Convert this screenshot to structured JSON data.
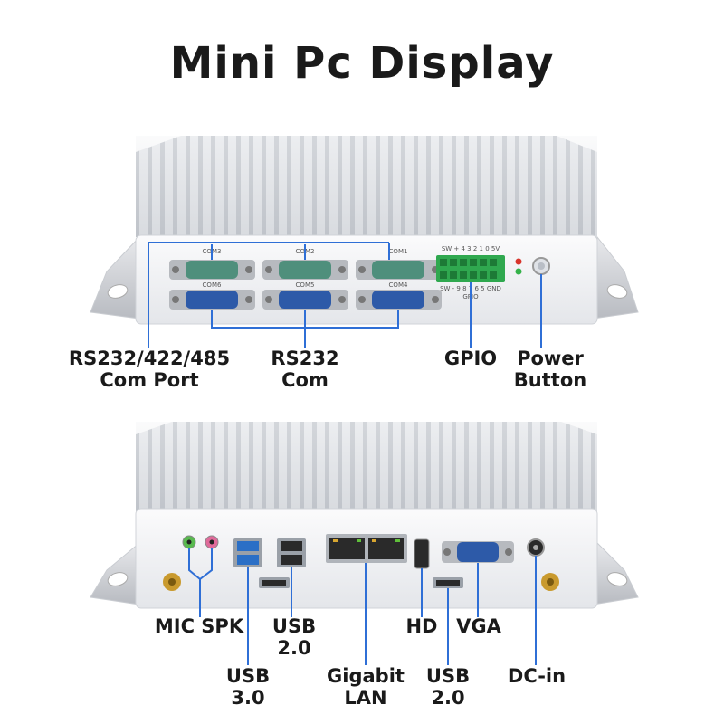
{
  "title": "Mini Pc Display",
  "front_panel": {
    "com_port_labels": [
      "COM3",
      "COM2",
      "COM1",
      "COM6",
      "COM5",
      "COM4"
    ],
    "gpio_pin_top": "SW + 4  3  2  1  0  5V",
    "gpio_pin_bottom": "SW - 9  8  7  6  5  GND",
    "gpio_tag": "GPIO",
    "callouts": {
      "com_port": [
        "RS232/422/485",
        "Com Port"
      ],
      "rs232": [
        "RS232",
        "Com"
      ],
      "gpio": "GPIO",
      "power": [
        "Power",
        "Button"
      ]
    }
  },
  "rear_panel": {
    "callouts": {
      "mic_spk": "MIC SPK",
      "usb3": [
        "USB",
        "3.0"
      ],
      "usb2_top": [
        "USB",
        "2.0"
      ],
      "lan": [
        "Gigabit",
        "LAN"
      ],
      "hd": "HD",
      "vga": "VGA",
      "usb2_bottom": [
        "USB",
        "2.0"
      ],
      "dc_in": "DC-in"
    }
  },
  "colors": {
    "callout_line": "#2f6fd6",
    "db9_blue": "#2d5aa8",
    "db9_green": "#4f8f7c",
    "usb3_blue": "#2b6fc6",
    "gpio_green": "#2fa84f",
    "led_red": "#d8342b",
    "led_green": "#35b24a",
    "mic_green": "#59b94f",
    "spk_pink": "#e06a9a",
    "chassis": "#e6e8ec"
  }
}
